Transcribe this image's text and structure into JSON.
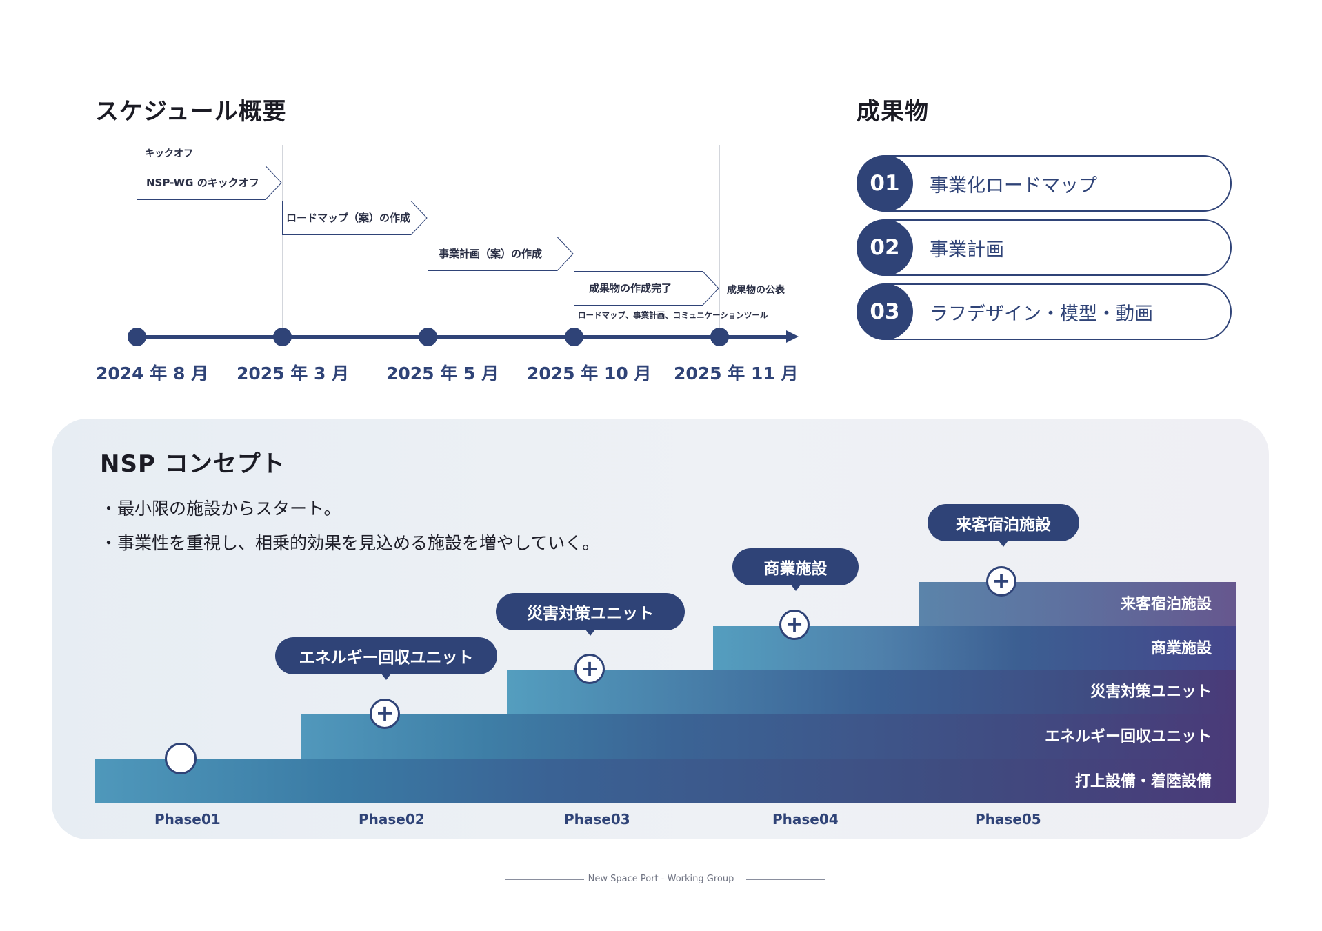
{
  "schedule": {
    "title": "スケジュール概要",
    "kickoff_label": "キックオフ",
    "steps": [
      {
        "label": "NSP-WG のキックオフ"
      },
      {
        "label": "ロードマップ（案）の作成"
      },
      {
        "label": "事業計画（案）の作成"
      },
      {
        "label": "成果物の作成完了"
      }
    ],
    "publish_label": "成果物の公表",
    "deliverable_note": "ロードマップ、事業計画、コミュニケーションツール",
    "dates": [
      "2024 年 8 月",
      "2025 年 3 月",
      "2025 年 5 月",
      "2025 年 10 月",
      "2025 年 11 月"
    ],
    "accent_color": "#2f4377"
  },
  "deliverables": {
    "title": "成果物",
    "items": [
      {
        "num": "01",
        "label": "事業化ロードマップ"
      },
      {
        "num": "02",
        "label": "事業計画"
      },
      {
        "num": "03",
        "label": "ラフデザイン・模型・動画"
      }
    ]
  },
  "concept": {
    "title": "NSP コンセプト",
    "bullets": [
      "・最小限の施設からスタート。",
      "・事業性を重視し、相乗的効果を見込める施設を増やしていく。"
    ],
    "layers": [
      "打上設備・着陸設備",
      "エネルギー回収ユニット",
      "災害対策ユニット",
      "商業施設",
      "来客宿泊施設"
    ],
    "added_facilities": [
      "エネルギー回収ユニット",
      "災害対策ユニット",
      "商業施設",
      "来客宿泊施設"
    ],
    "phases": [
      "Phase01",
      "Phase02",
      "Phase03",
      "Phase04",
      "Phase05"
    ]
  },
  "footer": {
    "text": "New Space Port - Working Group"
  }
}
